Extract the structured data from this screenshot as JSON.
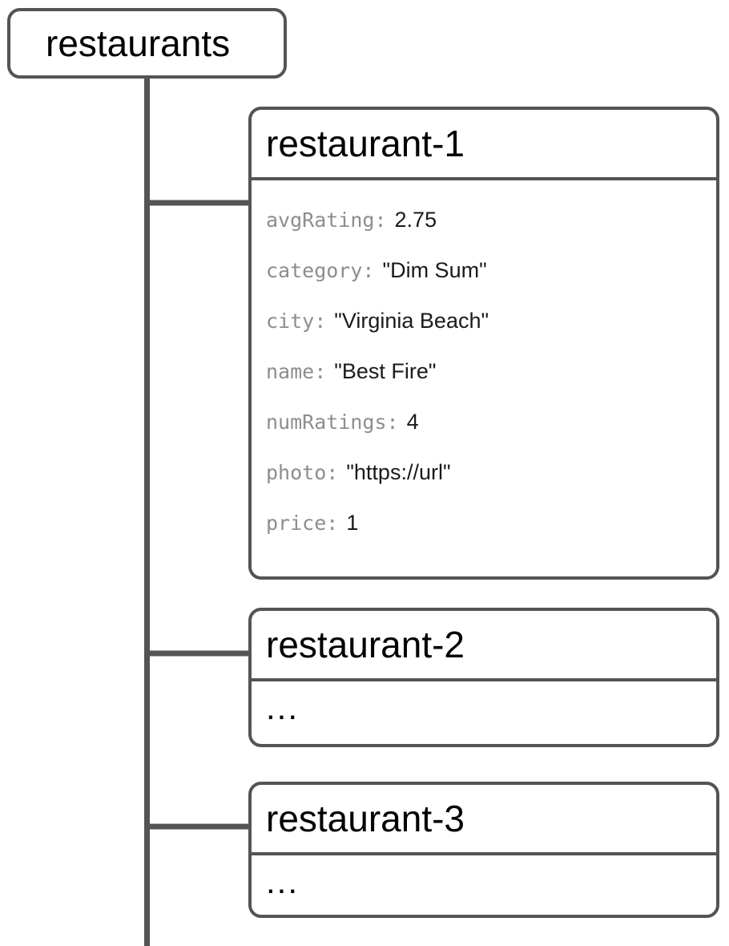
{
  "diagram": {
    "type": "firestore-collection-tree",
    "stroke_color": "#545454",
    "key_color": "#8d8d8d",
    "value_color": "#1a1a1a",
    "root": {
      "label": "restaurants",
      "kind": "collection"
    },
    "documents": [
      {
        "id": "restaurant-1",
        "collapsed": false,
        "ellipsis": "...",
        "fields": [
          {
            "key": "avgRating",
            "sep": ":",
            "value": "2.75"
          },
          {
            "key": "category",
            "sep": ":",
            "value": "\"Dim Sum\""
          },
          {
            "key": "city",
            "sep": ":",
            "value": "\"Virginia Beach\""
          },
          {
            "key": "name",
            "sep": ":",
            "value": "\"Best Fire\""
          },
          {
            "key": "numRatings",
            "sep": ":",
            "value": "4"
          },
          {
            "key": "photo",
            "sep": ":",
            "value": "\"https://url\""
          },
          {
            "key": "price",
            "sep": ":",
            "value": "1"
          }
        ]
      },
      {
        "id": "restaurant-2",
        "collapsed": true,
        "ellipsis": "...",
        "fields": []
      },
      {
        "id": "restaurant-3",
        "collapsed": true,
        "ellipsis": "...",
        "fields": []
      }
    ]
  }
}
